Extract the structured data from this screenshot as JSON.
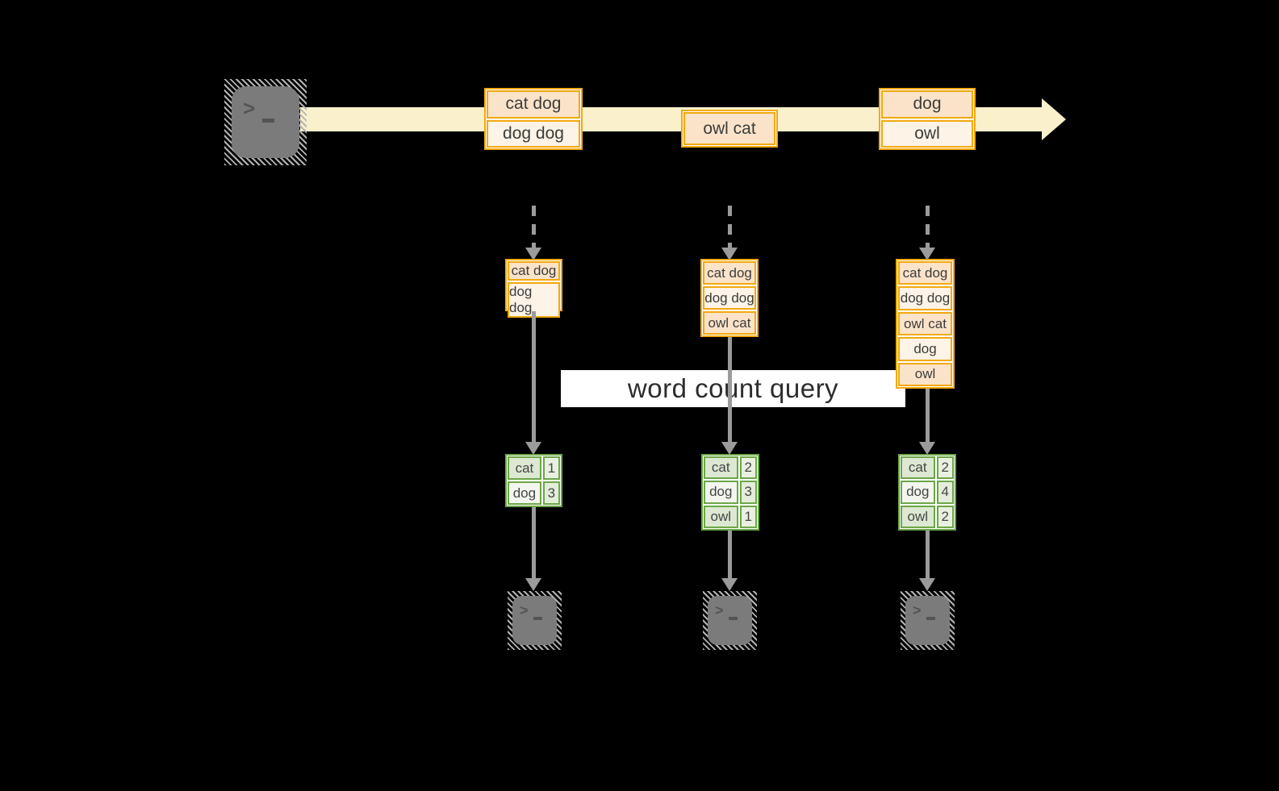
{
  "diagram": {
    "query_label": "word count query",
    "prompt_chevron": ">",
    "timeline_batches": [
      {
        "items": [
          {
            "text": "cat dog"
          },
          {
            "text": "dog dog"
          }
        ]
      },
      {
        "items": [
          {
            "text": "owl cat"
          }
        ]
      },
      {
        "items": [
          {
            "text": "dog"
          },
          {
            "text": "owl"
          }
        ]
      }
    ],
    "micro_batches": [
      {
        "rows": [
          {
            "text": "cat dog"
          },
          {
            "text": "dog dog"
          }
        ]
      },
      {
        "rows": [
          {
            "text": "cat dog"
          },
          {
            "text": "dog dog"
          },
          {
            "text": "owl cat"
          }
        ]
      },
      {
        "rows": [
          {
            "text": "cat dog"
          },
          {
            "text": "dog dog"
          },
          {
            "text": "owl cat"
          },
          {
            "text": "dog"
          },
          {
            "text": "owl"
          }
        ]
      }
    ],
    "result_tables": [
      {
        "rows": [
          {
            "word": "cat",
            "count": "1"
          },
          {
            "word": "dog",
            "count": "3"
          }
        ]
      },
      {
        "rows": [
          {
            "word": "cat",
            "count": "2"
          },
          {
            "word": "dog",
            "count": "3"
          },
          {
            "word": "owl",
            "count": "1"
          }
        ]
      },
      {
        "rows": [
          {
            "word": "cat",
            "count": "2"
          },
          {
            "word": "dog",
            "count": "4"
          },
          {
            "word": "owl",
            "count": "2"
          }
        ]
      }
    ],
    "colors": {
      "background": "#000000",
      "stream_band": "#FAF0CC",
      "batch_border": "#F2A90E",
      "batch_fill_dark": "#FBE3C9",
      "batch_fill_light": "#FDF3E6",
      "table_border": "#6CA747",
      "table_fill_sage": "#DCE8D2",
      "table_fill_light": "#F3F6EF",
      "arrow_gray": "#9B9B9B",
      "terminal_gray": "#7B7B7B",
      "query_band_bg": "#FFFFFF",
      "text_dark": "#3C3C3C"
    }
  }
}
